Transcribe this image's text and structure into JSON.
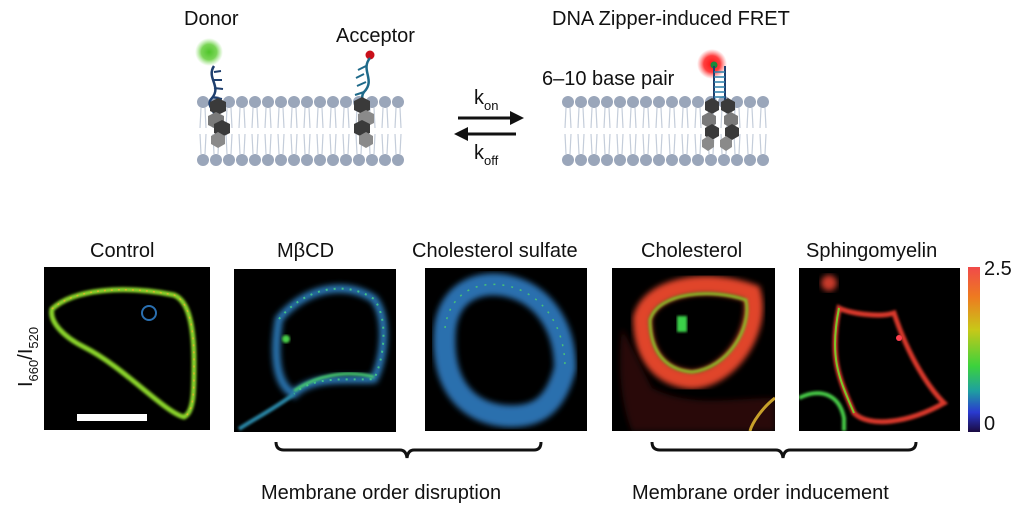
{
  "schematic": {
    "donor_label": "Donor",
    "acceptor_label": "Acceptor",
    "fret_title": "DNA Zipper-induced FRET",
    "base_pair_label": "6–10 base pair",
    "k_letter": "k",
    "kon_sub": "on",
    "koff_sub": "off",
    "colors": {
      "donor": "#4fc52a",
      "acceptor": "#d0101a",
      "lipid": "#9aa6ba",
      "dna": "#1f3f6e"
    }
  },
  "panels": [
    {
      "title": "Control",
      "dominant_color": "#7dd32a"
    },
    {
      "title": "MβCD",
      "dominant_color": "#2b7fb8"
    },
    {
      "title": "Cholesterol sulfate",
      "dominant_color": "#2f86b6"
    },
    {
      "title": "Cholesterol",
      "dominant_color": "#e0452a"
    },
    {
      "title": "Sphingomyelin",
      "dominant_color": "#d8382c"
    }
  ],
  "yaxis": {
    "I": "I",
    "num_sub": "660",
    "slash": "/",
    "den_sub": "520"
  },
  "colorbar": {
    "max_label": "2.5",
    "min_label": "0",
    "min": 0,
    "max": 2.5
  },
  "groups": {
    "disruption": "Membrane order disruption",
    "inducement": "Membrane order inducement"
  }
}
